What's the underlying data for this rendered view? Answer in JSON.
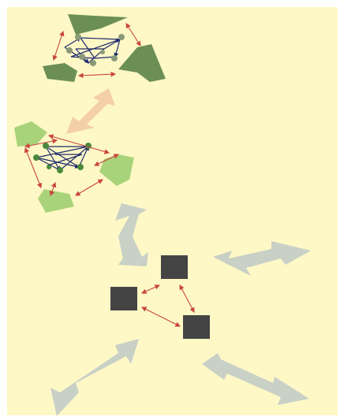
{
  "figure": {
    "background_color": "#fdf8c6",
    "colors": {
      "dark_green": "#6b8f55",
      "light_green": "#a9d37a",
      "node_green": "#4a8a3a",
      "node_gray": "#8a9a78",
      "network_line": "#1f2a6e",
      "red_arrow": "#c8453e",
      "peach_arrow": "#f4cfa8",
      "gray_arrow": "#c9d0c6",
      "dark_square": "#444444"
    },
    "elements": {
      "top_cluster": "network-of-patches",
      "middle_cluster": "network-of-patches",
      "bottom_cluster": "three-dark-squares"
    }
  }
}
